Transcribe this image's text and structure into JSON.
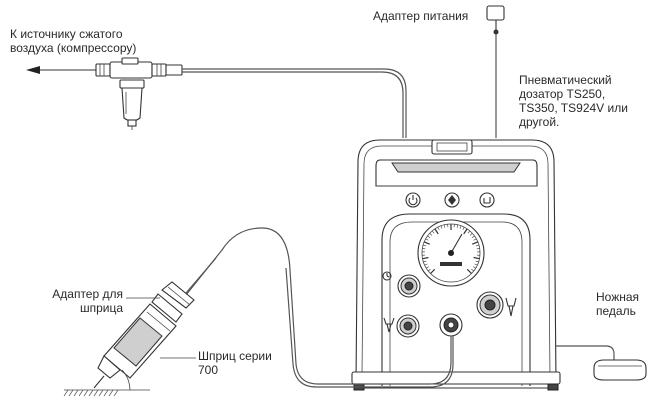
{
  "labels": {
    "compressor": [
      "К источнику сжатого",
      "воздуха (компрессору)"
    ],
    "power_adapter": "Адаптер питания",
    "dispenser": [
      "Пневматический",
      "дозатор TS250,",
      "TS350, TS924V или",
      "другой."
    ],
    "syringe_adapter": [
      "Адаптер для",
      "шприца"
    ],
    "syringe": [
      "Шприц серии",
      "700"
    ],
    "foot_pedal": [
      "Ножная",
      "педаль"
    ]
  },
  "icons": {
    "power": "power-icon",
    "mode": "mode-icon",
    "purge": "purge-icon",
    "timer": "timer-icon",
    "vacuum": "vacuum-icon",
    "pressure": "pressure-icon"
  }
}
